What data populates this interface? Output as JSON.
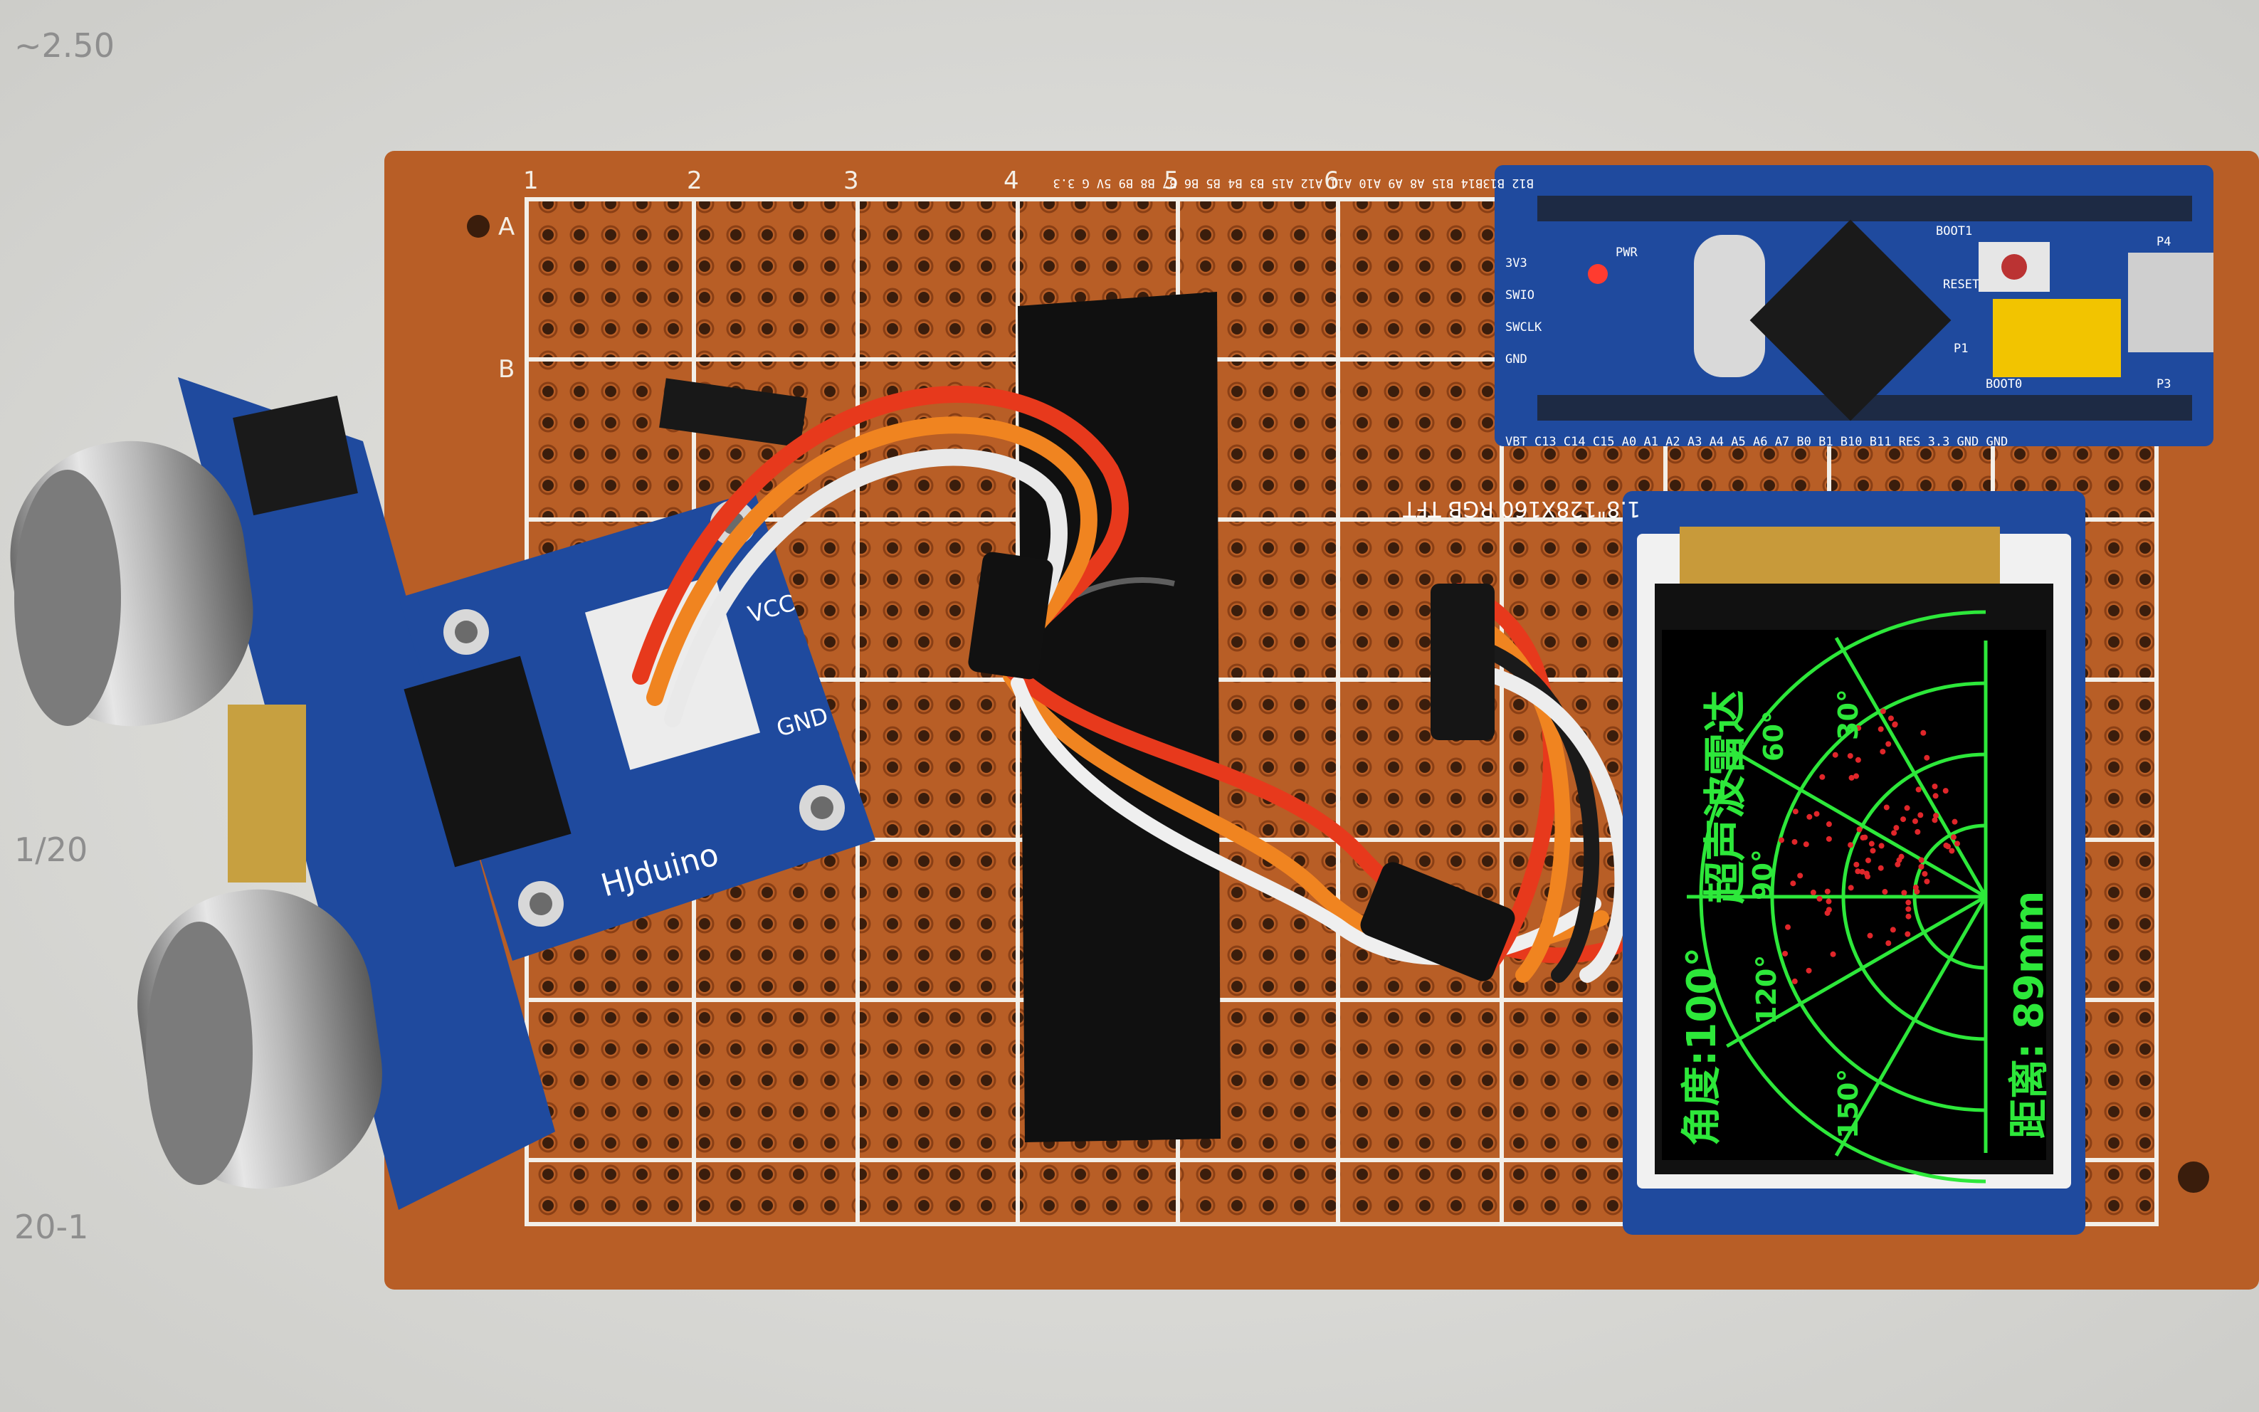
{
  "board": {
    "columns": [
      "1",
      "2",
      "3",
      "4",
      "5",
      "6"
    ],
    "rows": [
      "A",
      "B"
    ]
  },
  "sensor_adapter": {
    "brand": "HJduino",
    "pins": [
      "VCC",
      "GND"
    ]
  },
  "mcu_board": {
    "top_pins": "B12 B13B14 B15 A8 A9 A10 A11 A12 A15 B3 B4 B5 B6 B7 B8 B9 5V G 3.3",
    "bottom_pins": "VBT C13 C14 C15 A0 A1 A2 A3 A4 A5 A6 A7 B0 B1 B10 B11 RES 3.3 GND GND",
    "debug_pins": [
      "3V3",
      "SWIO",
      "SWCLK",
      "GND"
    ],
    "labels": [
      "PWR",
      "RESET",
      "BOOT0",
      "BOOT1",
      "P1",
      "P3",
      "P4"
    ]
  },
  "lcd_module": {
    "label": "1.8\"128X160 RGB TFT"
  },
  "radar_screen": {
    "title": "超声波雷达",
    "angle_text": "角度:100°",
    "distance_text": "距离: 89mm",
    "angle_labels": [
      "30°",
      "60°",
      "90°",
      "120°",
      "150°"
    ]
  },
  "paper_notes": [
    "~2.50",
    "1/20",
    "20-1"
  ],
  "colors": {
    "pcb": "#b85e26",
    "silkscreen": "#f3efe8",
    "module_blue": "#1f4a9e",
    "radar_green": "#2de83a",
    "radar_echo": "#e0262a"
  }
}
